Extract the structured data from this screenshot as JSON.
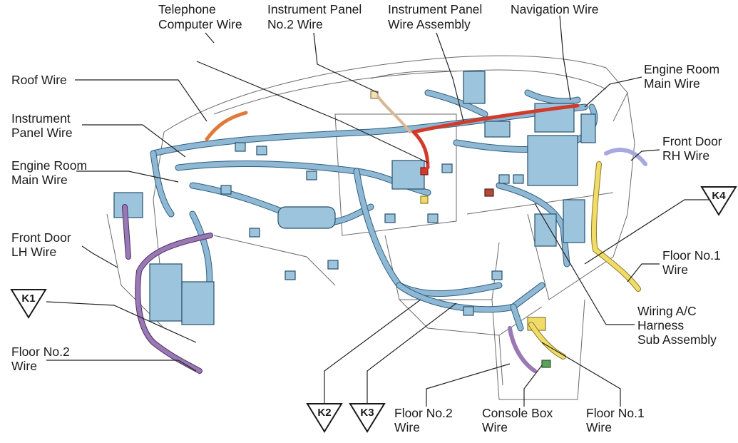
{
  "labels": {
    "telephone_computer_wire": [
      "Telephone",
      "Computer Wire"
    ],
    "instrument_panel_no2_wire": [
      "Instrument Panel",
      "No.2 Wire"
    ],
    "instrument_panel_wire_assembly": [
      "Instrument Panel",
      "Wire Assembly"
    ],
    "navigation_wire": "Navigation Wire",
    "roof_wire": "Roof Wire",
    "instrument_panel_wire": [
      "Instrument",
      "Panel Wire"
    ],
    "engine_room_main_wire_left": [
      "Engine Room",
      "Main Wire"
    ],
    "engine_room_main_wire_right": [
      "Engine Room",
      "Main Wire"
    ],
    "front_door_rh_wire": [
      "Front Door",
      "RH Wire"
    ],
    "front_door_lh_wire": [
      "Front Door",
      "LH Wire"
    ],
    "floor_no1_wire_right": [
      "Floor No.1",
      "Wire"
    ],
    "wiring_ac_harness": [
      "Wiring A/C",
      "Harness",
      "Sub Assembly"
    ],
    "floor_no2_wire_left": [
      "Floor No.2",
      "Wire"
    ],
    "floor_no2_wire_bottom": [
      "Floor No.2",
      "Wire"
    ],
    "console_box_wire": [
      "Console Box",
      "Wire"
    ],
    "floor_no1_wire_bottom": [
      "Floor No.1",
      "Wire"
    ]
  },
  "markers": {
    "k1": "K1",
    "k2": "K2",
    "k3": "K3",
    "k4": "K4"
  },
  "colors": {
    "main_harness": "#8fb8d4",
    "floor_no1_wire": "#f1dc6a",
    "floor_no2_wire": "#9a78b4",
    "navigation_wire": "#d23a2a",
    "roof_wire": "#e07a3a"
  }
}
